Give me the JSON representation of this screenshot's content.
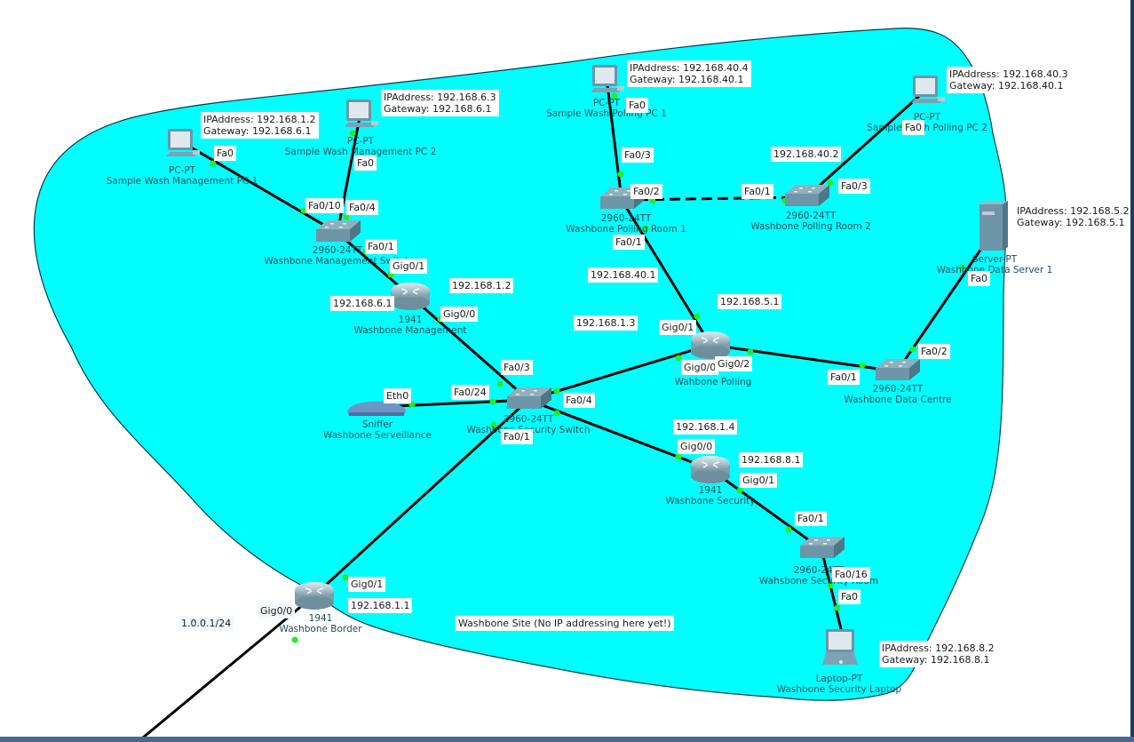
{
  "title": "Washbone Site Network Topology",
  "colors": {
    "site_fill": "#00ffff",
    "link": "#000000",
    "port_dot": "#22ee22",
    "caption": "#1e4d5a",
    "footer_bar": "#4a6891"
  },
  "site_note": "Washbone Site (No IP addressing here yet!)",
  "external_ip": "1.0.0.1/24",
  "devices": {
    "pc_mgmt1": {
      "type_label": "PC-PT",
      "name": "Sample Wash Management PC 1",
      "icon": "desktop-pc-icon"
    },
    "pc_mgmt2": {
      "type_label": "PC-PT",
      "name": "Sample Wash Management PC 2",
      "icon": "desktop-pc-icon"
    },
    "sw_mgmt": {
      "type_label": "2960-24TT",
      "name": "Washbone Management Switch",
      "icon": "switch-icon"
    },
    "r_mgmt": {
      "type_label": "1941",
      "name": "Washbone Management",
      "icon": "router-icon"
    },
    "pc_poll1": {
      "type_label": "PC-PT",
      "name": "Sample Wash Polling PC 1",
      "icon": "desktop-pc-icon"
    },
    "pc_poll2": {
      "type_label": "PC-PT",
      "name": "Sample Wash Polling PC 2",
      "icon": "desktop-pc-icon"
    },
    "sw_poll1": {
      "type_label": "2960-24TT",
      "name": "Washbone Polling Room 1",
      "icon": "switch-icon"
    },
    "sw_poll2": {
      "type_label": "2960-24TT",
      "name": "Washbone Polling Room 2",
      "icon": "switch-icon"
    },
    "r_poll": {
      "type_label": "1941",
      "name": "Wahbone Polling",
      "icon": "router-icon"
    },
    "sw_dc": {
      "type_label": "2960-24TT",
      "name": "Washbone Data Centre",
      "icon": "switch-icon"
    },
    "server": {
      "type_label": "Server-PT",
      "name": "Washbone Data Server 1",
      "icon": "server-icon"
    },
    "sniffer": {
      "type_label": "Sniffer",
      "name": "Washbone Serveillance",
      "icon": "sniffer-icon"
    },
    "sw_sec": {
      "type_label": "2960-24TT",
      "name": "Washbone Security Switch",
      "icon": "switch-icon"
    },
    "r_sec": {
      "type_label": "1941",
      "name": "Washbone Security",
      "icon": "router-icon"
    },
    "sw_secroom": {
      "type_label": "2960-24TT",
      "name": "Wahsbone Security Room",
      "icon": "switch-icon"
    },
    "laptop": {
      "type_label": "Laptop-PT",
      "name": "Washbone Security Laptop",
      "icon": "laptop-icon"
    },
    "r_border": {
      "type_label": "1941",
      "name": "Washbone Border",
      "icon": "router-icon"
    }
  },
  "ip_notes": {
    "pc_mgmt1": {
      "ip": "IPAddress: 192.168.1.2",
      "gw": "Gateway: 192.168.6.1"
    },
    "pc_mgmt2": {
      "ip": "IPAddress: 192.168.6.3",
      "gw": "Gateway: 192.168.6.1"
    },
    "pc_poll1": {
      "ip": "IPAddress: 192.168.40.4",
      "gw": "Gateway: 192.168.40.1"
    },
    "pc_poll2": {
      "ip": "IPAddress: 192.168.40.3",
      "gw": "Gateway: 192.168.40.1"
    },
    "server": {
      "ip": "IPAddress: 192.168.5.2",
      "gw": "Gateway: 192.168.5.1"
    },
    "laptop": {
      "ip": "IPAddress: 192.168.8.2",
      "gw": "Gateway: 192.168.8.1"
    }
  },
  "addr_labels": {
    "r_mgmt_g01": "192.168.6.1",
    "r_mgmt_g00": "192.168.1.2",
    "r_poll_g01": "192.168.40.1",
    "r_poll_g00": "192.168.1.3",
    "r_poll_g02": "192.168.5.1",
    "pc_poll2_side": "192.168.40.2",
    "r_sec_g00": "192.168.1.4",
    "r_sec_g01": "192.168.8.1",
    "r_border_g01": "192.168.1.1"
  },
  "ports": {
    "pc_mgmt1_fa0": "Fa0",
    "pc_mgmt2_fa0": "Fa0",
    "sw_mgmt_fa010": "Fa0/10",
    "sw_mgmt_fa04": "Fa0/4",
    "sw_mgmt_fa01": "Fa0/1",
    "r_mgmt_gig01": "Gig0/1",
    "r_mgmt_gig00": "Gig0/0",
    "pc_poll1_fa0": "Fa0",
    "sw_poll1_fa03": "Fa0/3",
    "sw_poll1_fa02": "Fa0/2",
    "sw_poll1_fa01": "Fa0/1",
    "sw_poll2_fa01": "Fa0/1",
    "sw_poll2_fa03": "Fa0/3",
    "pc_poll2_fa0": "Fa0",
    "r_poll_gig01": "Gig0/1",
    "r_poll_gig00": "Gig0/0",
    "r_poll_gig02": "Gig0/2",
    "sw_dc_fa01": "Fa0/1",
    "sw_dc_fa02": "Fa0/2",
    "server_fa0": "Fa0",
    "sniffer_eth0": "Eth0",
    "sw_sec_fa024": "Fa0/24",
    "sw_sec_fa03": "Fa0/3",
    "sw_sec_fa04": "Fa0/4",
    "sw_sec_fa01": "Fa0/1",
    "r_sec_gig00": "Gig0/0",
    "r_sec_gig01": "Gig0/1",
    "sw_secroom_fa01": "Fa0/1",
    "sw_secroom_fa016": "Fa0/16",
    "laptop_fa0": "Fa0",
    "r_border_gig01": "Gig0/1",
    "r_border_gig00": "Gig0/0"
  }
}
